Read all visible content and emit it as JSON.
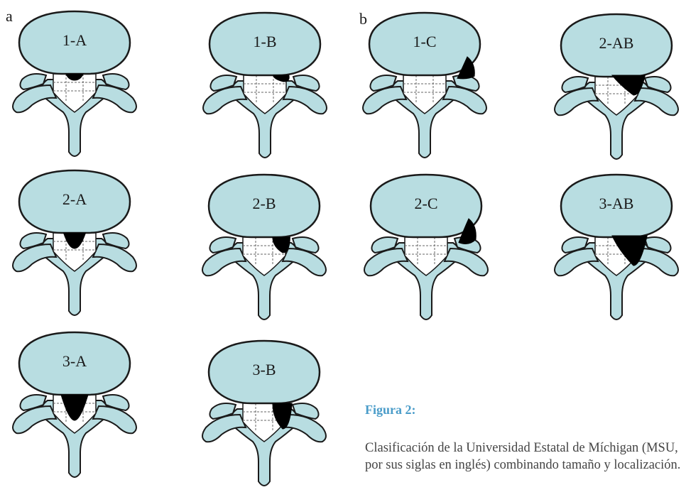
{
  "panels": {
    "a": "a",
    "b": "b"
  },
  "diagrams": [
    {
      "label": "1-A",
      "size": 1,
      "loc": "A"
    },
    {
      "label": "1-B",
      "size": 1,
      "loc": "B"
    },
    {
      "label": "1-C",
      "size": 1,
      "loc": "C"
    },
    {
      "label": "2-AB",
      "size": 2,
      "loc": "AB"
    },
    {
      "label": "2-A",
      "size": 2,
      "loc": "A"
    },
    {
      "label": "2-B",
      "size": 2,
      "loc": "B"
    },
    {
      "label": "2-C",
      "size": 2,
      "loc": "C"
    },
    {
      "label": "3-AB",
      "size": 3,
      "loc": "AB"
    },
    {
      "label": "3-A",
      "size": 3,
      "loc": "A"
    },
    {
      "label": "3-B",
      "size": 3,
      "loc": "B"
    }
  ],
  "caption": {
    "title": "Figura 2:",
    "body": "Clasificación de la Universidad Estatal de Míchigan (MSU, por sus siglas en inglés) combinando tamaño y localización."
  },
  "colors": {
    "vertebra_fill": "#b8dde1",
    "outline": "#1a1a1a",
    "herniation": "#000000",
    "grid": "#666666",
    "caption_title": "#4a9cc9"
  }
}
